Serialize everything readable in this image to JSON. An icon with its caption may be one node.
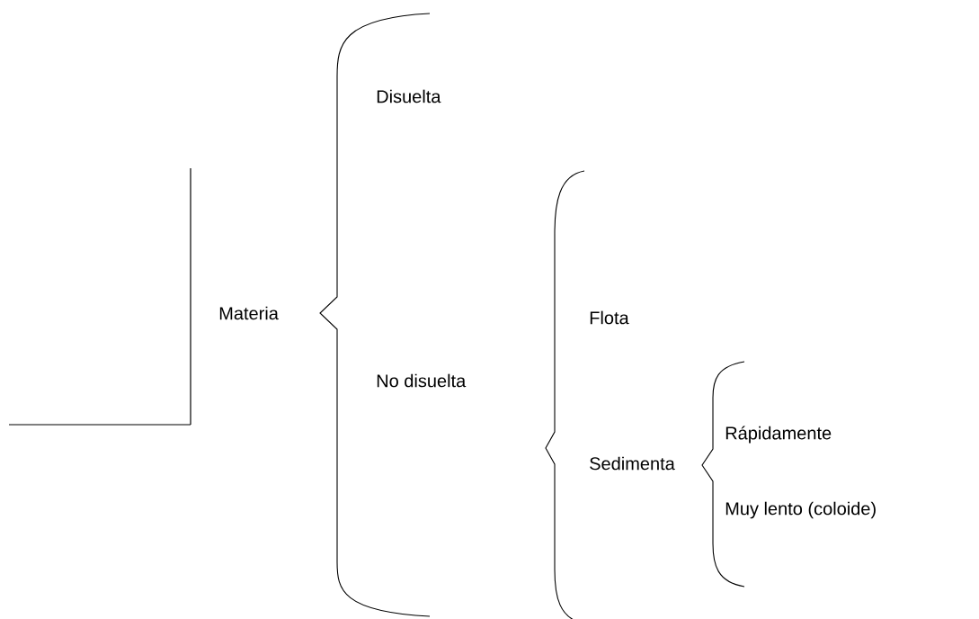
{
  "diagram": {
    "labels": [
      "Disuelta",
      "Materia",
      "Flota",
      "No disuelta",
      "Rápidamente",
      "Sedimenta",
      "Muy lento (coloide)"
    ]
  }
}
